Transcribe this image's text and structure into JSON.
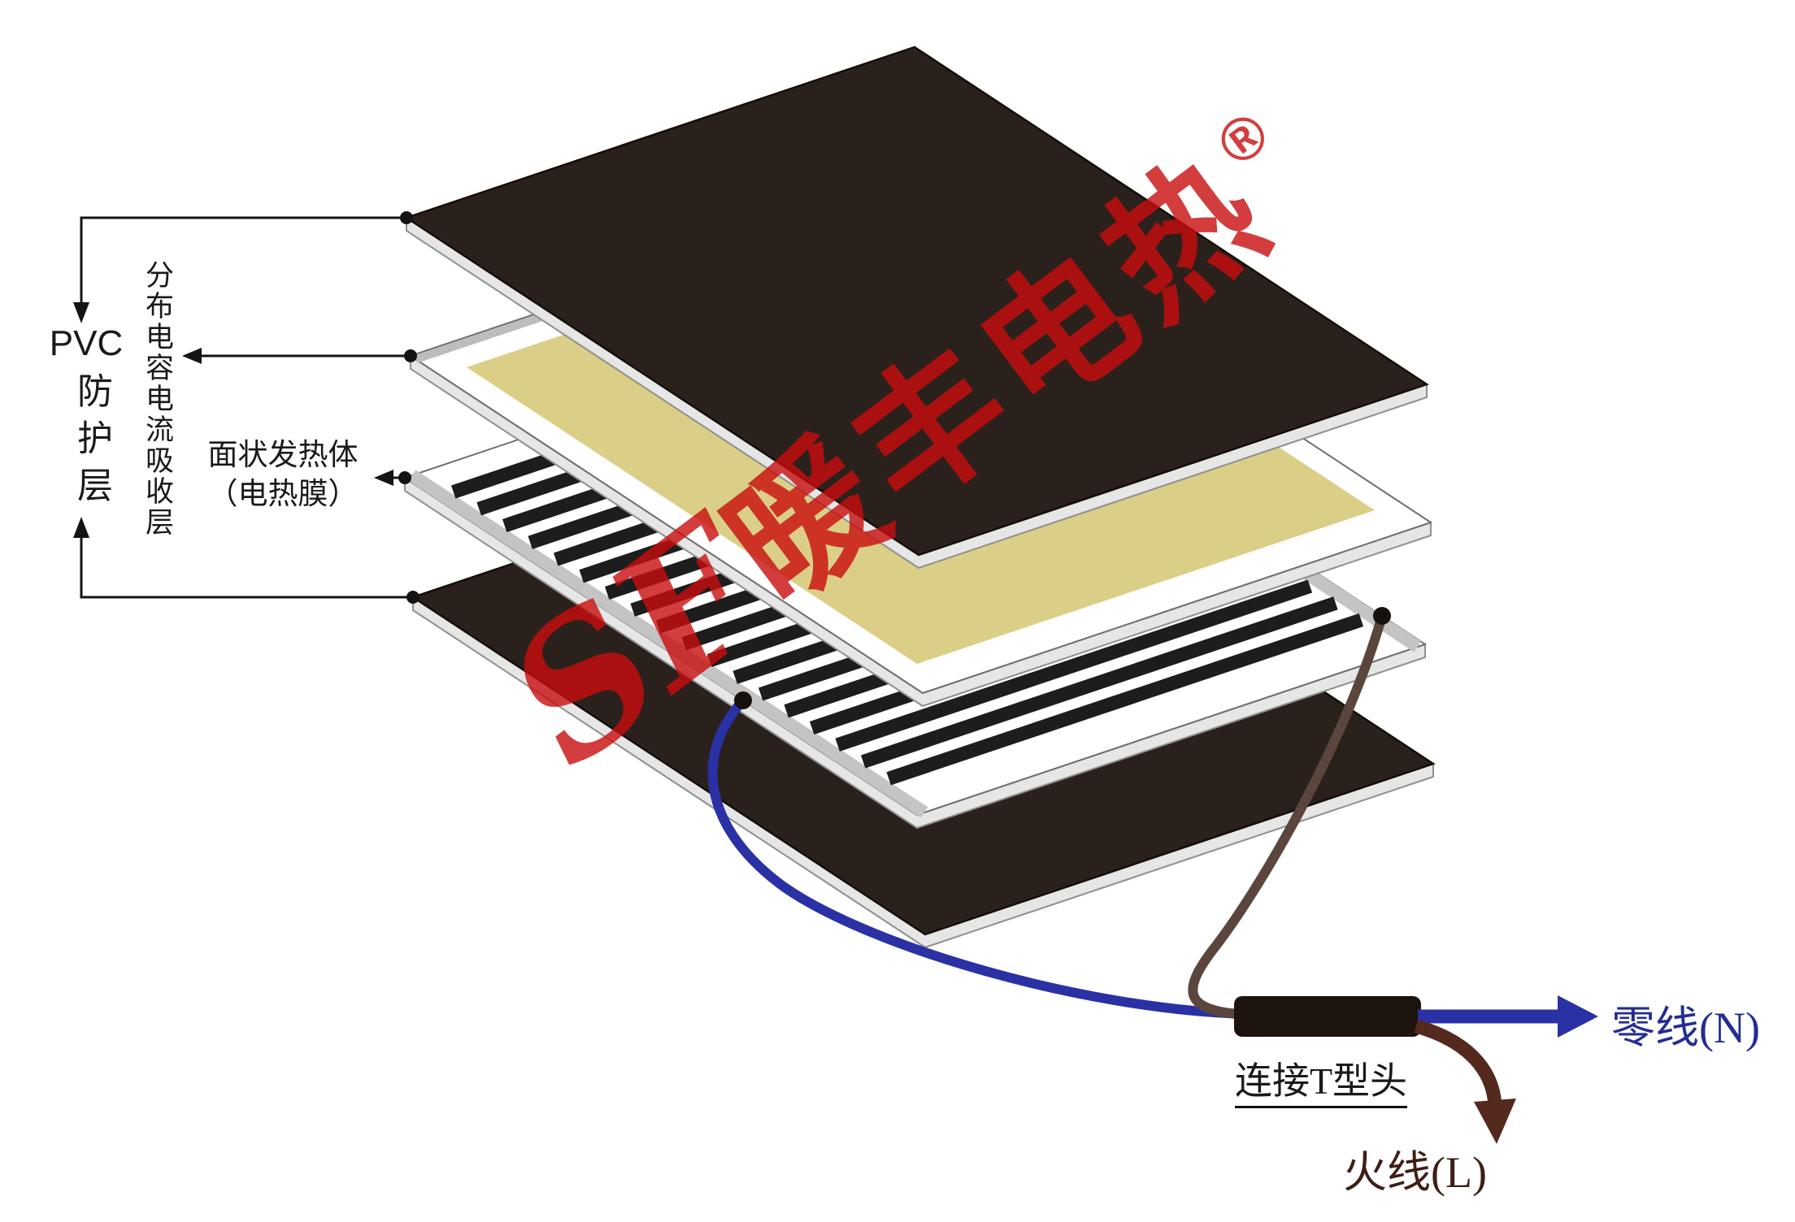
{
  "labels": {
    "pvc": "PVC",
    "pvc_layer": "防护层",
    "absorb_layer": "分布电容电流吸收层",
    "heater_line1": "面状发热体",
    "heater_line2": "（电热膜）",
    "connector": "连接T型头",
    "neutral_wire": "零线(N)",
    "live_wire": "火线(L)"
  },
  "watermark": {
    "sf": "SF",
    "brand": "暖丰电热",
    "reg": "®"
  },
  "colors": {
    "layer_dark": "#2b211c",
    "layer_yellow": "#dbcf87",
    "stripe_black": "#1d1d1d",
    "wire_blue": "#2a31a5",
    "wire_brown": "#5a463c",
    "arrow_live": "#542a1f",
    "text_neutral": "#232d92",
    "text_live": "#3f1e15",
    "label_ink": "#1a1a1a",
    "watermark_red": "#c90d0d"
  }
}
